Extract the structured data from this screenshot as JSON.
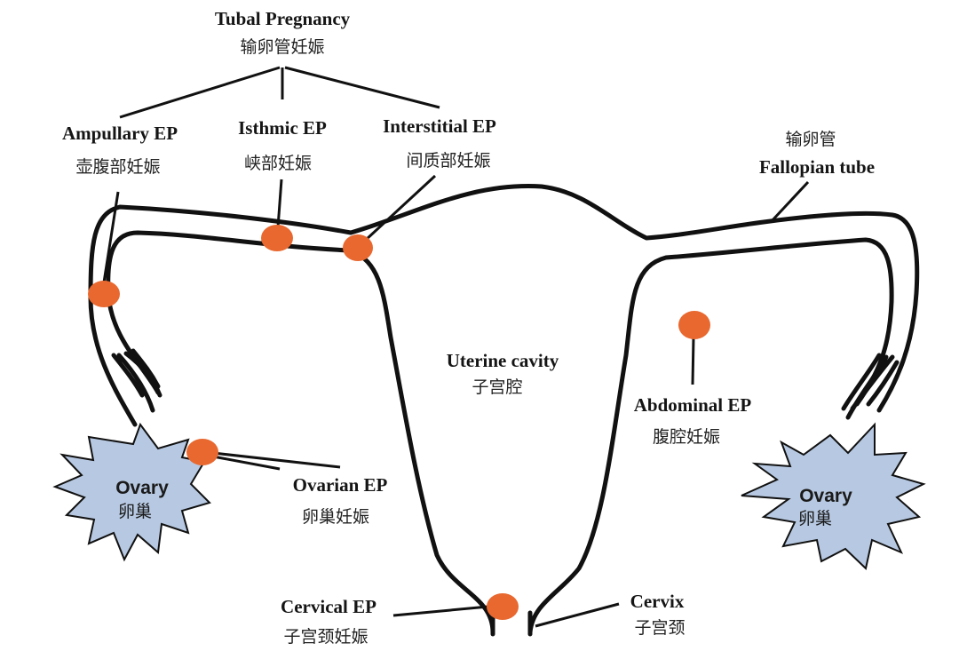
{
  "colors": {
    "site": "#e8682f",
    "ovary": "#b7c9e2",
    "line": "#111111"
  },
  "tubal": {
    "title_en": "Tubal Pregnancy",
    "title_cn": "输卵管妊娠"
  },
  "ampullary": {
    "en": "Ampullary EP",
    "cn": "壶腹部妊娠"
  },
  "isthmic": {
    "en": "Isthmic EP",
    "cn": "峡部妊娠"
  },
  "interstitial": {
    "en": "Interstitial EP",
    "cn": "间质部妊娠"
  },
  "fallopian": {
    "cn": "输卵管",
    "en": "Fallopian tube"
  },
  "uterine": {
    "en": "Uterine cavity",
    "cn": "子宫腔"
  },
  "abdominal": {
    "en": "Abdominal EP",
    "cn": "腹腔妊娠"
  },
  "ovarian": {
    "en": "Ovarian EP",
    "cn": "卵巢妊娠"
  },
  "cervical": {
    "en": "Cervical EP",
    "cn": "子宫颈妊娠"
  },
  "cervix": {
    "en": "Cervix",
    "cn": "子宫颈"
  },
  "ovary_left": {
    "en": "Ovary",
    "cn": "卵巢"
  },
  "ovary_right": {
    "en": "Ovary",
    "cn": "卵巢"
  }
}
